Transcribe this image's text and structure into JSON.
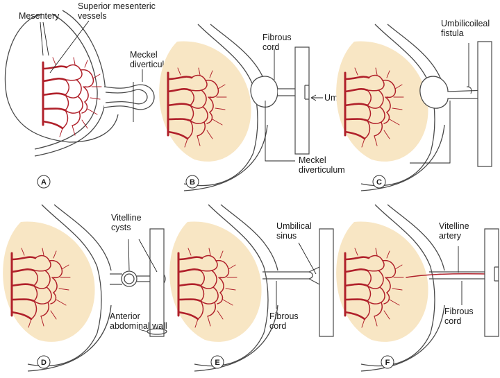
{
  "panels": [
    {
      "id": "A",
      "badge": "A",
      "labels": {
        "mesentery": "Mesentery",
        "vessels": "Superior mesenteric\nvessels",
        "meckel": "Meckel\ndiverticulum"
      }
    },
    {
      "id": "B",
      "badge": "B",
      "labels": {
        "cord": "Fibrous\ncord",
        "umbilicus": "Umbilicus",
        "meckel": "Meckel\ndiverticulum"
      }
    },
    {
      "id": "C",
      "badge": "C",
      "labels": {
        "fistula": "Umbilicoileal\nfistula"
      }
    },
    {
      "id": "D",
      "badge": "D",
      "labels": {
        "cysts": "Vitelline\ncysts",
        "wall": "Anterior\nabdominal wall"
      }
    },
    {
      "id": "E",
      "badge": "E",
      "labels": {
        "sinus": "Umbilical\nsinus",
        "cord": "Fibrous\ncord"
      }
    },
    {
      "id": "F",
      "badge": "F",
      "labels": {
        "artery": "Vitelline\nartery",
        "cord": "Fibrous\ncord"
      }
    }
  ],
  "colors": {
    "vessel": "#b0202a",
    "mesentery_fill": "#f8e6c4",
    "outline": "#4a4a4a"
  }
}
